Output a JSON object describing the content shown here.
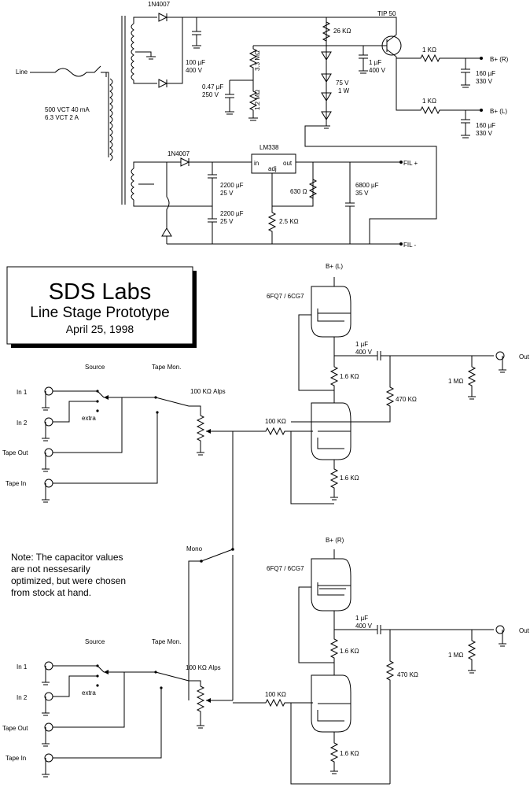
{
  "psu": {
    "line": "Line",
    "d_1n4007_a": "1N4007",
    "d_1n4007_b": "1N4007",
    "xfmr_1": "500 VCT  40 mA",
    "xfmr_2": "6.3 VCT  2 A",
    "c100_1": "100 µF",
    "c100_2": "400 V",
    "r3m3": "3.3 MΩ",
    "r1m2": "1.2 MΩ",
    "c047_1": "0.47 µF",
    "c047_2": "250 V",
    "r26k": "26 KΩ",
    "tip50": "TIP 50",
    "c1_1": "1 µF",
    "c1_2": "400 V",
    "zener_1": "75 V",
    "zener_2": "1 W",
    "r1k_r": "1 KΩ",
    "r1k_l": "1 KΩ",
    "c160_r1": "160 µF",
    "c160_r2": "330 V",
    "c160_l1": "160 µF",
    "c160_l2": "330 V",
    "bplus_r": "B+ (R)",
    "bplus_l": "B+ (L)",
    "lm338": "LM338",
    "lm_in": "in",
    "lm_out": "out",
    "lm_adj": "adj",
    "c2200a_1": "2200 µF",
    "c2200a_2": "25 V",
    "c2200b_1": "2200 µF",
    "c2200b_2": "25 V",
    "r630": "630 Ω",
    "r2k5": "2.5 KΩ",
    "c6800_1": "6800 µF",
    "c6800_2": "35 V",
    "fil_plus": "FIL +",
    "fil_minus": "FIL -"
  },
  "title": {
    "line1": "SDS Labs",
    "line2": "Line Stage Prototype",
    "line3": "April 25, 1998"
  },
  "note": {
    "l1": "Note:  The capacitor values",
    "l2": "are not nessesarily",
    "l3": "optimized, but were chosen",
    "l4": "from stock at hand."
  },
  "mono": "Mono",
  "left": {
    "source": "Source",
    "tape_mon": "Tape Mon.",
    "pot": "100 KΩ Alps",
    "in1": "In 1",
    "in2": "In 2",
    "extra": "extra",
    "tape_out": "Tape Out",
    "tape_in": "Tape In",
    "bplus": "B+ (L)",
    "tube": "6FQ7 / 6CG7",
    "cap_1": "1 µF",
    "cap_2": "400 V",
    "r16k_top": "1.6 KΩ",
    "r470k": "470 KΩ",
    "r1m": "1 MΩ",
    "r100k": "100 KΩ",
    "r16k_bot": "1.6 KΩ",
    "out": "Out"
  },
  "right": {
    "source": "Source",
    "tape_mon": "Tape Mon.",
    "pot": "100 KΩ Alps",
    "in1": "In 1",
    "in2": "In 2",
    "extra": "extra",
    "tape_out": "Tape Out",
    "tape_in": "Tape In",
    "bplus": "B+ (R)",
    "tube": "6FQ7 / 6CG7",
    "cap_1": "1 µF",
    "cap_2": "400 V",
    "r16k_top": "1.6 KΩ",
    "r470k": "470 KΩ",
    "r1m": "1 MΩ",
    "r100k": "100 KΩ",
    "r16k_bot": "1.6 KΩ",
    "out": "Out"
  }
}
